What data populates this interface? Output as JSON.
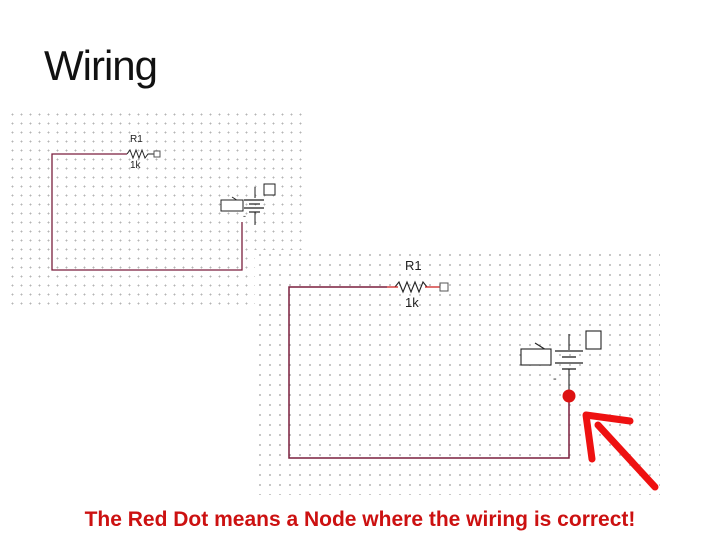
{
  "slide": {
    "title": "Wiring",
    "caption": "The Red Dot means a Node where the wiring is correct!"
  },
  "schematic_small": {
    "resistor_name": "R1",
    "resistor_value": "1k",
    "battery_minus": "-"
  },
  "schematic_large": {
    "resistor_name": "R1",
    "resistor_value": "1k",
    "battery_minus": "-"
  },
  "colors": {
    "wire": "#7a1f3d",
    "node_dot": "#dd1111",
    "arrow": "#ee1111",
    "caption": "#cc1111"
  }
}
